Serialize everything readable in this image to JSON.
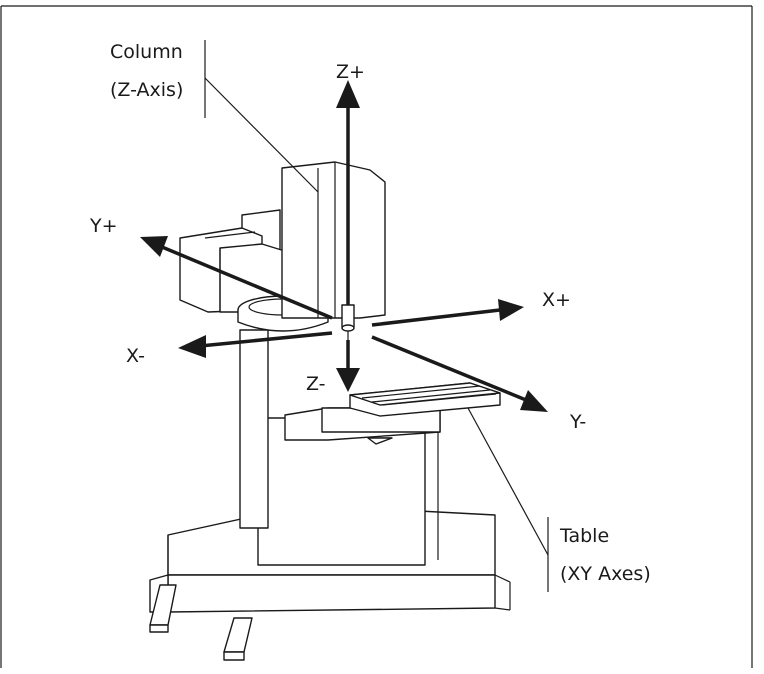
{
  "labels": {
    "column": "Column",
    "column_sub": "(Z-Axis)",
    "table": "Table",
    "table_sub": "(XY Axes)",
    "z_plus": "Z+",
    "z_minus": "Z-",
    "x_plus": "X+",
    "x_minus": "X-",
    "y_plus": "Y+",
    "y_minus": "Y-"
  },
  "colors": {
    "line": "#1a1a1a",
    "arrow": "#1a1a1a",
    "background": "#ffffff"
  }
}
